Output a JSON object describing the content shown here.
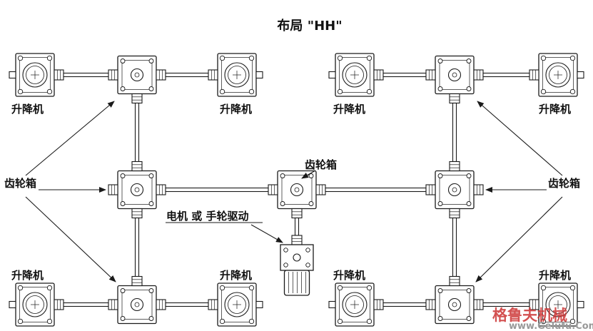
{
  "title": "布局 \"HH\"",
  "labels": {
    "lifter": "升降机",
    "gearbox": "齿轮箱",
    "drive": "电机 或 手轮驱动"
  },
  "watermark": {
    "brand": "格鲁夫机械",
    "url": "www.Gelufu.Com"
  },
  "colors": {
    "line": "#1a1a1a",
    "watermark_red": "#cc3333",
    "watermark_gray": "#999999"
  }
}
